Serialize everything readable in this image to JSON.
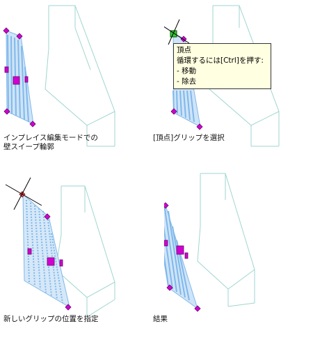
{
  "captions": {
    "panel1_line1": "インプレイス編集モードでの",
    "panel1_line2": "壁スイープ輪郭",
    "panel2": "[頂点]グリップを選択",
    "panel3": "新しいグリップの位置を指定",
    "panel4": "結果"
  },
  "tooltip": {
    "title": "頂点",
    "line1": "循環するには[Ctrl]を押す:",
    "line2": "- 移動",
    "line3": "- 除去"
  },
  "colors": {
    "box_edge": "#9fd6d0",
    "profile_fill": "#7fb8ea",
    "grip": "#d000d0",
    "selected_grip": "#33cc33",
    "crosshair": "#000000",
    "new_point": "#e05050"
  },
  "icons": [
    "crosshair-cursor-icon",
    "grip-icon"
  ]
}
